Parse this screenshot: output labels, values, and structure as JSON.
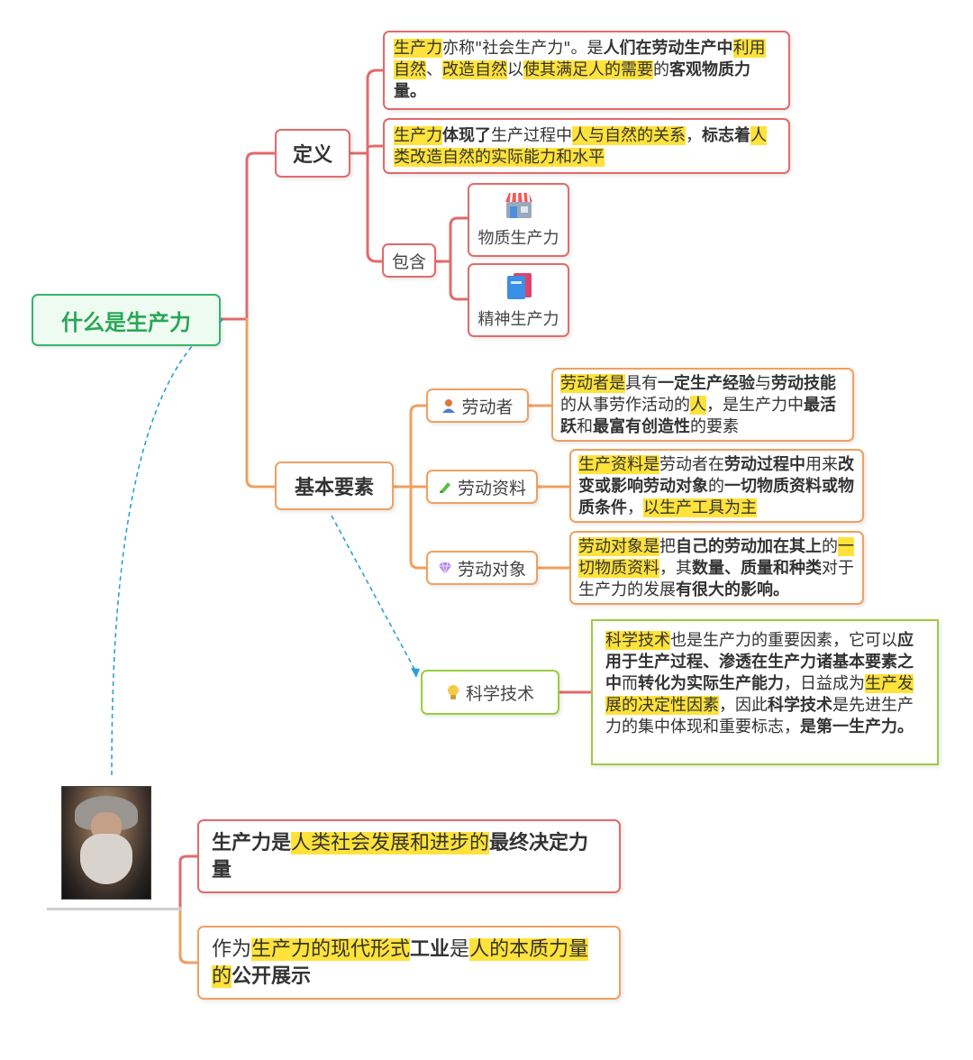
{
  "colors": {
    "red": "#e36a6a",
    "orange": "#f0a060",
    "green": "#9ccc3c",
    "root": "#36b36a",
    "highlight": "#ffe23a",
    "dashed": "#2aa0d8"
  },
  "root": "什么是生产力",
  "definition": {
    "label": "定义",
    "text1": [
      {
        "t": "生产力",
        "hl": true
      },
      {
        "t": "亦称\"社会生产力\"。是"
      },
      {
        "t": "人们在劳动生产中",
        "b": true
      },
      {
        "t": "利用自然",
        "hl": true
      },
      {
        "t": "、"
      },
      {
        "t": "改造自然",
        "hl": true
      },
      {
        "t": "以"
      },
      {
        "t": "使其满足人的需要",
        "hl": true
      },
      {
        "t": "的"
      },
      {
        "t": "客观物质力量。",
        "b": true
      }
    ],
    "text2": [
      {
        "t": "生产力",
        "hl": true
      },
      {
        "t": "体现了",
        "b": true
      },
      {
        "t": "生产过程中"
      },
      {
        "t": "人与自然的关系",
        "hl": true
      },
      {
        "t": "，"
      },
      {
        "t": "标志着",
        "b": true
      },
      {
        "t": "人类改造自然的实际能力和水平",
        "hl": true
      }
    ],
    "contains_label": "包含",
    "contains": [
      {
        "label": "物质生产力",
        "icon": "shop-icon"
      },
      {
        "label": "精神生产力",
        "icon": "book-icon"
      }
    ]
  },
  "elements": {
    "label": "基本要素",
    "items": [
      {
        "label": "劳动者",
        "icon": "person-icon",
        "icon_color": "#e0763a",
        "text": [
          {
            "t": "劳动者是",
            "hl": true
          },
          {
            "t": "具有"
          },
          {
            "t": "一定生产经验",
            "b": true
          },
          {
            "t": "与"
          },
          {
            "t": "劳动技能",
            "b": true
          },
          {
            "t": "的从事劳作活动的"
          },
          {
            "t": "人",
            "hl": true
          },
          {
            "t": "，是生产力中"
          },
          {
            "t": "最活跃",
            "b": true
          },
          {
            "t": "和"
          },
          {
            "t": "最富有创造性",
            "b": true
          },
          {
            "t": "的要素"
          }
        ]
      },
      {
        "label": "劳动资料",
        "icon": "pencil-icon",
        "icon_color": "#5bbf4a",
        "text": [
          {
            "t": "生产资料是",
            "hl": true
          },
          {
            "t": "劳动者在"
          },
          {
            "t": "劳动过程中",
            "b": true
          },
          {
            "t": "用来"
          },
          {
            "t": "改变或影响劳动对象",
            "b": true
          },
          {
            "t": "的"
          },
          {
            "t": "一切物质资料",
            "b": true
          },
          {
            "t": "或物质条件",
            "b": true
          },
          {
            "t": "，"
          },
          {
            "t": "以生产工具为主",
            "hl": true
          }
        ]
      },
      {
        "label": "劳动对象",
        "icon": "gem-icon",
        "icon_color": "#b58ae8",
        "text": [
          {
            "t": "劳动对象是",
            "hl": true
          },
          {
            "t": "把"
          },
          {
            "t": "自己的劳动加在其上",
            "b": true
          },
          {
            "t": "的"
          },
          {
            "t": "一切物质资料",
            "hl": true
          },
          {
            "t": "，其"
          },
          {
            "t": "数量、质量和种类",
            "b": true
          },
          {
            "t": "对于生产力的发展"
          },
          {
            "t": "有很大的影响。",
            "b": true
          }
        ]
      }
    ]
  },
  "science": {
    "label": "科学技术",
    "icon": "bulb-icon",
    "text": [
      {
        "t": "科学技术",
        "hl": true
      },
      {
        "t": "也是生产力的重要因素，它可以"
      },
      {
        "t": "应用于生产过程、渗透在生产力诸基本要素之中",
        "b": true
      },
      {
        "t": "而"
      },
      {
        "t": "转化为实际生产能力",
        "b": true
      },
      {
        "t": "，日益成为"
      },
      {
        "t": "生产发展的决定性因素",
        "hl": true
      },
      {
        "t": "，因此"
      },
      {
        "t": "科学技术",
        "b": true
      },
      {
        "t": "是先进生产力的集中体现和重要标志，"
      },
      {
        "t": "是第一生产力。",
        "b": true
      }
    ]
  },
  "quotes": [
    [
      {
        "t": "生产力是",
        "b": true
      },
      {
        "t": "人类社会发展和进步的",
        "hl": true
      },
      {
        "t": "最终决定力量",
        "b": true
      }
    ],
    [
      {
        "t": "作为"
      },
      {
        "t": "生产力的现代形式",
        "hl": true
      },
      {
        "t": "工业",
        "b": true
      },
      {
        "t": "是"
      },
      {
        "t": "人的本质力量的",
        "hl": true
      },
      {
        "t": "公开展示",
        "b": true
      }
    ]
  ]
}
